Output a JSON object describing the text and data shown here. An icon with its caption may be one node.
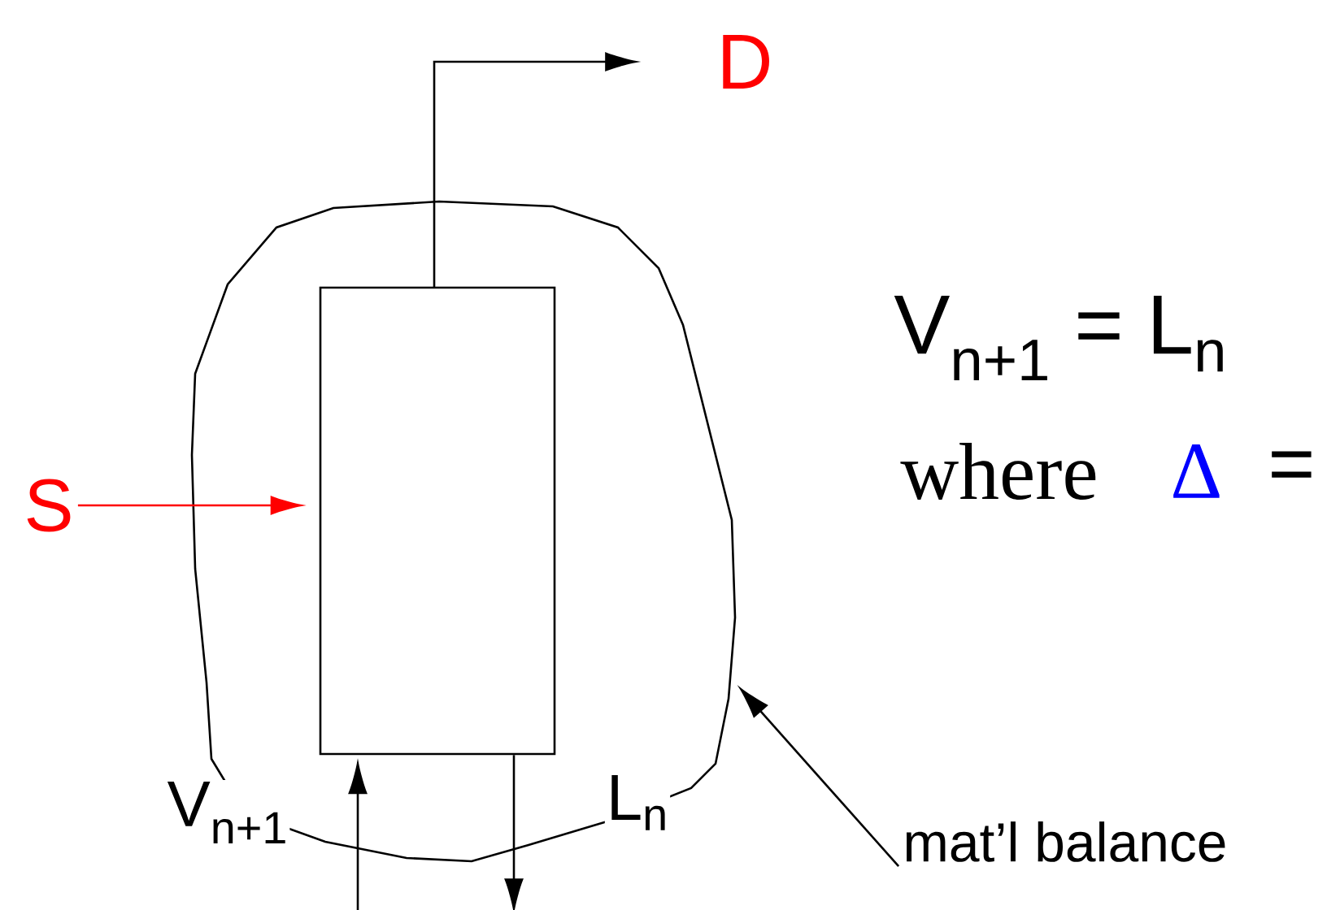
{
  "diagram": {
    "nodes": [
      {
        "text": [],
        "shape": "cloud"
      },
      {
        "text": [],
        "shape": "box",
        "in": 0
      },
      {
        "text": [
          "S"
        ]
      },
      {
        "text": [
          "D"
        ]
      },
      {
        "text": [
          "mat’l balance"
        ]
      }
    ],
    "edges": [
      {
        "from": 2,
        "to": 1,
        "arrow": "to",
        "color": "#ff0000"
      },
      {
        "from": 1,
        "to": 3,
        "arrow": "to"
      },
      {
        "from": null,
        "to": 1,
        "arrow": "to",
        "label": "V$_{n+1}$"
      },
      {
        "from": 1,
        "to": null,
        "arrow": "to",
        "label": "L$_{n}$"
      },
      {
        "from": 4,
        "to": 0,
        "arrow": "to"
      }
    ],
    "labels": [
      "V$_{n+1}$ = L$_{n}$",
      "where",
      "Δ",
      "="
    ]
  }
}
